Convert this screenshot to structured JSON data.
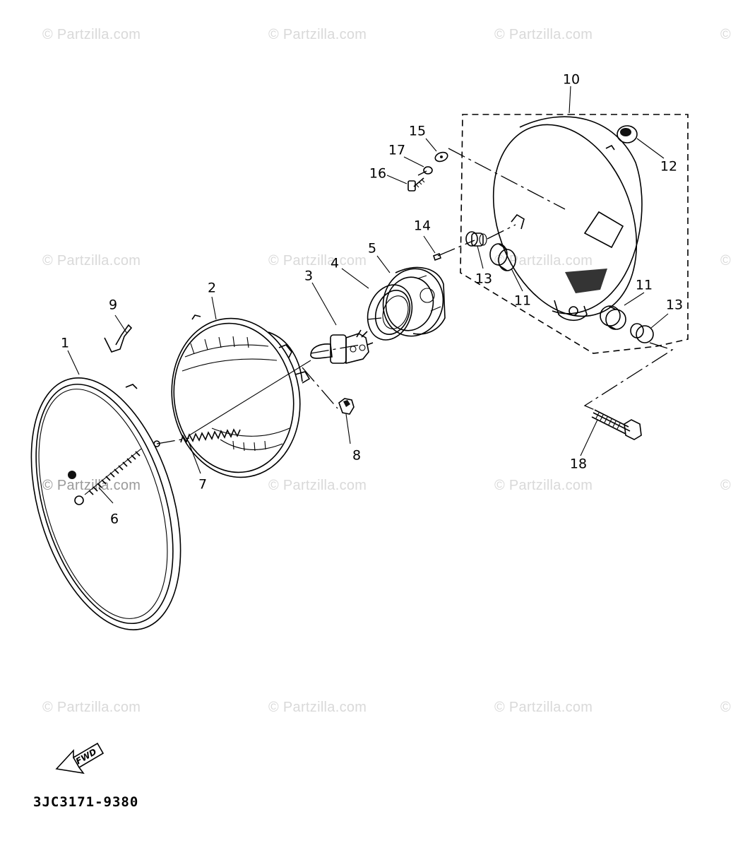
{
  "watermark": "© Partzilla.com",
  "diagram_code": "3JC3171-9380",
  "fwd_label": "FWD",
  "callouts": [
    "1",
    "2",
    "3",
    "4",
    "5",
    "6",
    "7",
    "8",
    "9",
    "10",
    "11",
    "11",
    "12",
    "13",
    "13",
    "14",
    "15",
    "16",
    "17",
    "18"
  ]
}
